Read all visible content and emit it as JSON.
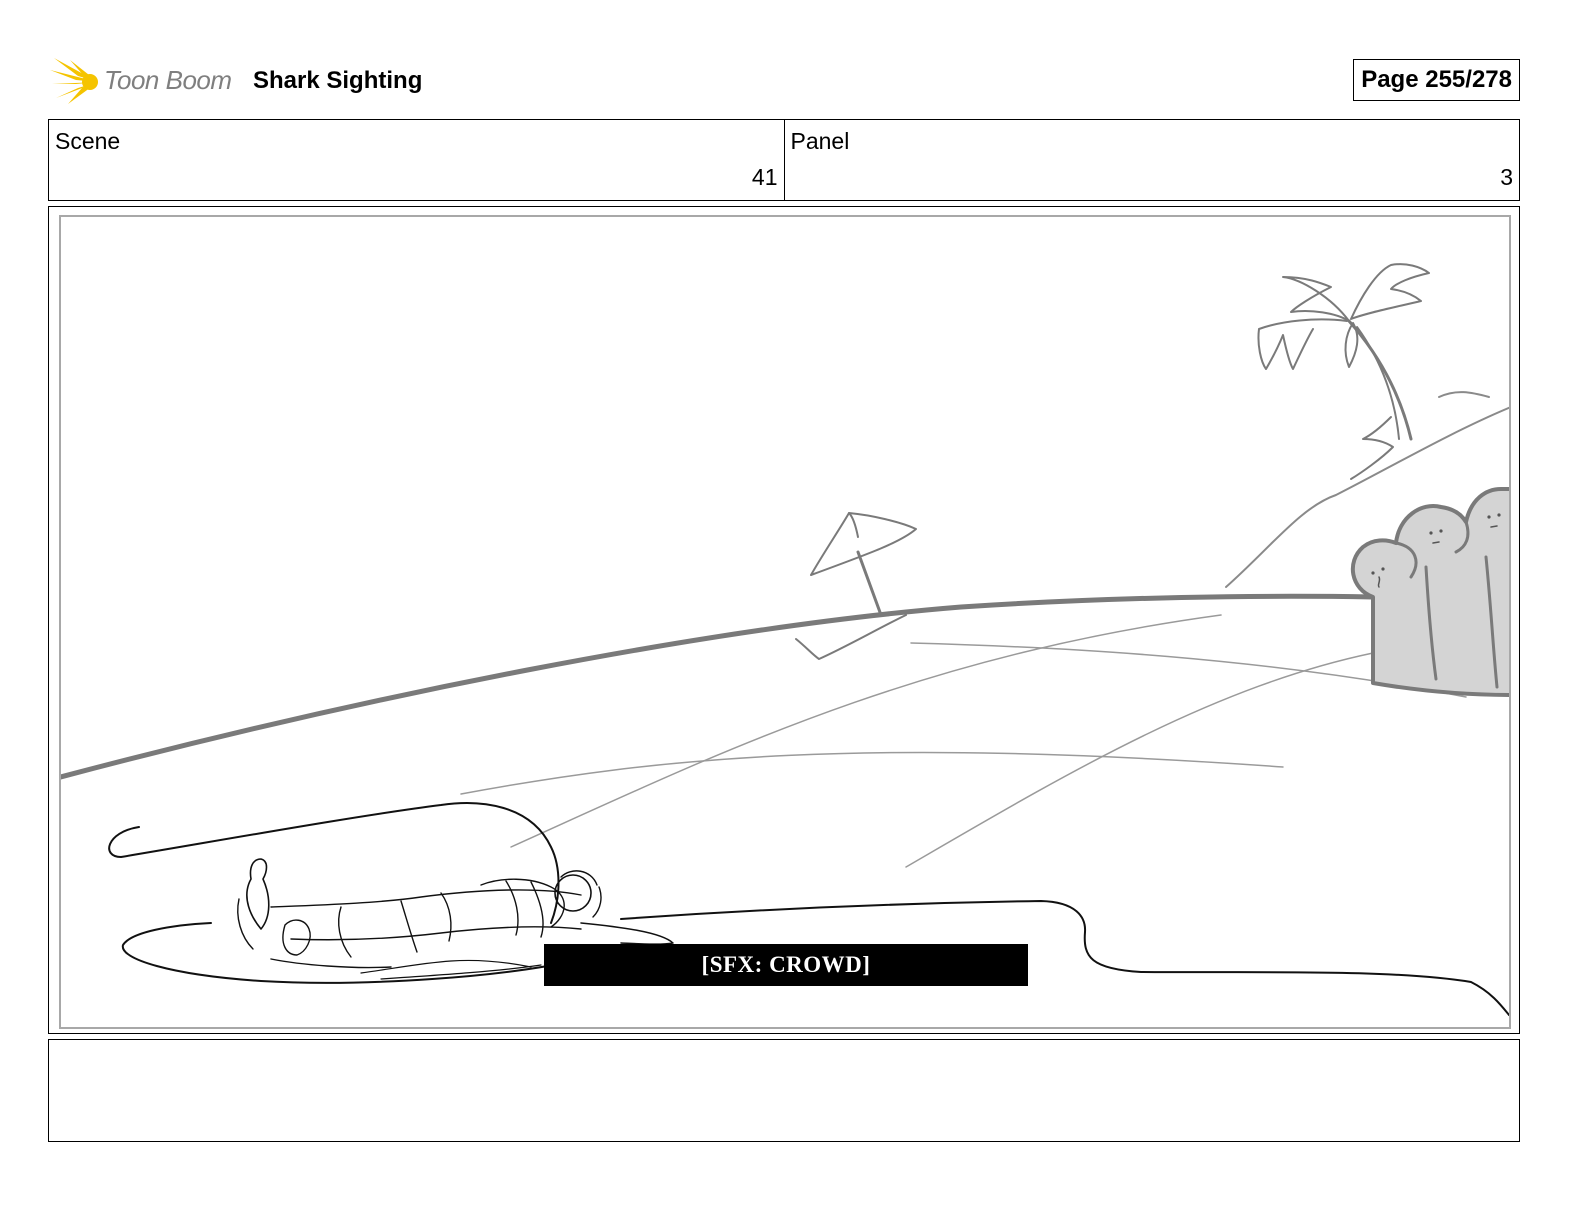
{
  "header": {
    "logo_text": "Toon Boom",
    "title": "Shark Sighting",
    "page_label": "Page 255/278"
  },
  "info": {
    "scene_label": "Scene",
    "scene_value": "41",
    "panel_label": "Panel",
    "panel_value": "3"
  },
  "panel": {
    "caption": "[SFX: CROWD]"
  },
  "colors": {
    "logo_accent": "#f5c400",
    "logo_text": "#7f7f7f",
    "sketch_dark": "#111111",
    "sketch_gray": "#7a7a7a",
    "sketch_light": "#9a9a9a",
    "crowd_fill": "#d4d4d4"
  }
}
